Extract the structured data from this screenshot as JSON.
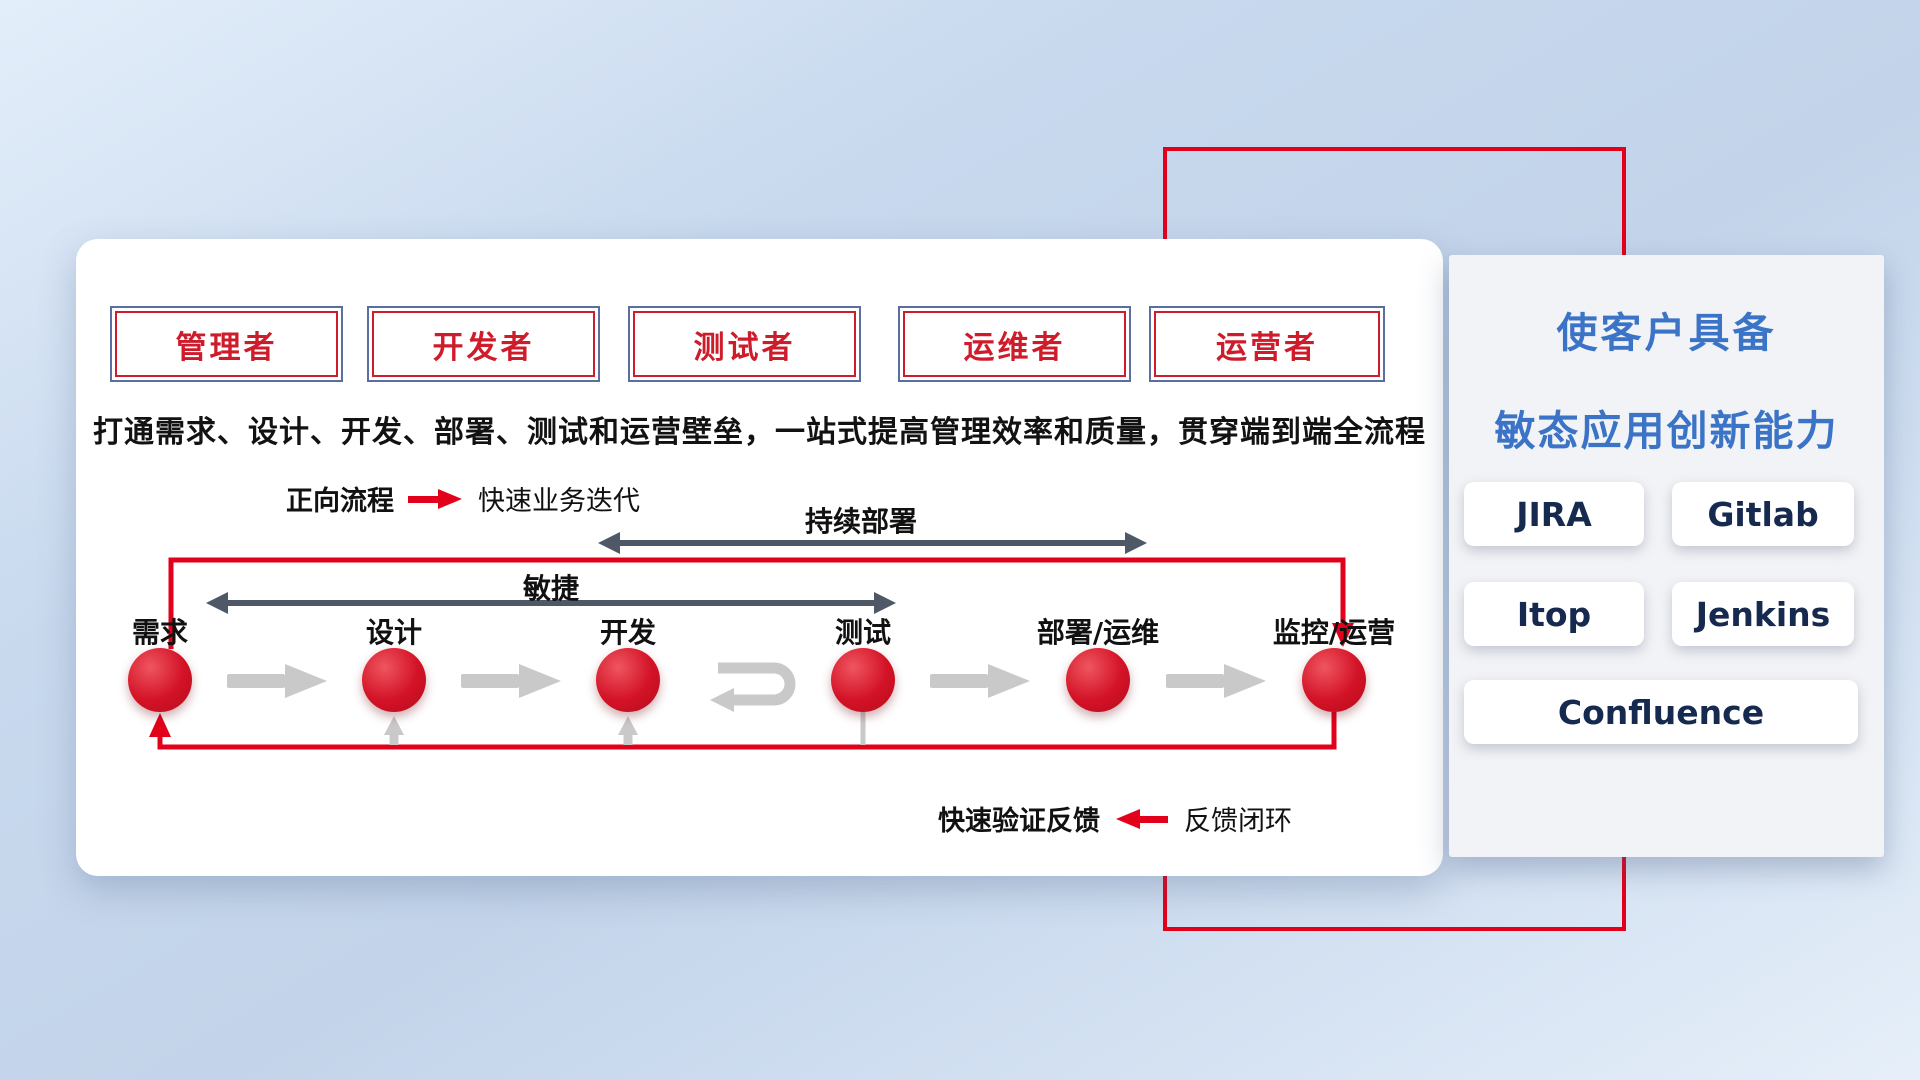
{
  "roles": {
    "items": [
      {
        "label": "管理者"
      },
      {
        "label": "开发者"
      },
      {
        "label": "测试者"
      },
      {
        "label": "运维者"
      },
      {
        "label": "运营者"
      }
    ]
  },
  "description": "打通需求、设计、开发、部署、测试和运营壁垒，一站式提高管理效率和质量，贯穿端到端全流程",
  "legends": {
    "forward_label": "正向流程",
    "forward_value": "快速业务迭代",
    "feedback_label": "快速验证反馈",
    "feedback_value": "反馈闭环"
  },
  "flow": {
    "agile_label": "敏捷",
    "continuous_deploy_label": "持续部署",
    "stages": [
      {
        "label": "需求"
      },
      {
        "label": "设计"
      },
      {
        "label": "开发"
      },
      {
        "label": "测试"
      },
      {
        "label": "部署/运维"
      },
      {
        "label": "监控/运营"
      }
    ]
  },
  "panel": {
    "title_line1": "使客户具备",
    "title_line2": "敏态应用创新能力",
    "tools": [
      {
        "label": "JIRA"
      },
      {
        "label": "Gitlab"
      },
      {
        "label": "Itop"
      },
      {
        "label": "Jenkins"
      },
      {
        "label": "Confluence"
      }
    ]
  },
  "colors": {
    "accent_red": "#e2001a",
    "title_blue": "#3b74c7",
    "role_red": "#cf1c2b",
    "arrow_gray": "#c9c9c9",
    "double_arrow_slate": "#4e5866",
    "text_dark": "#111111"
  }
}
